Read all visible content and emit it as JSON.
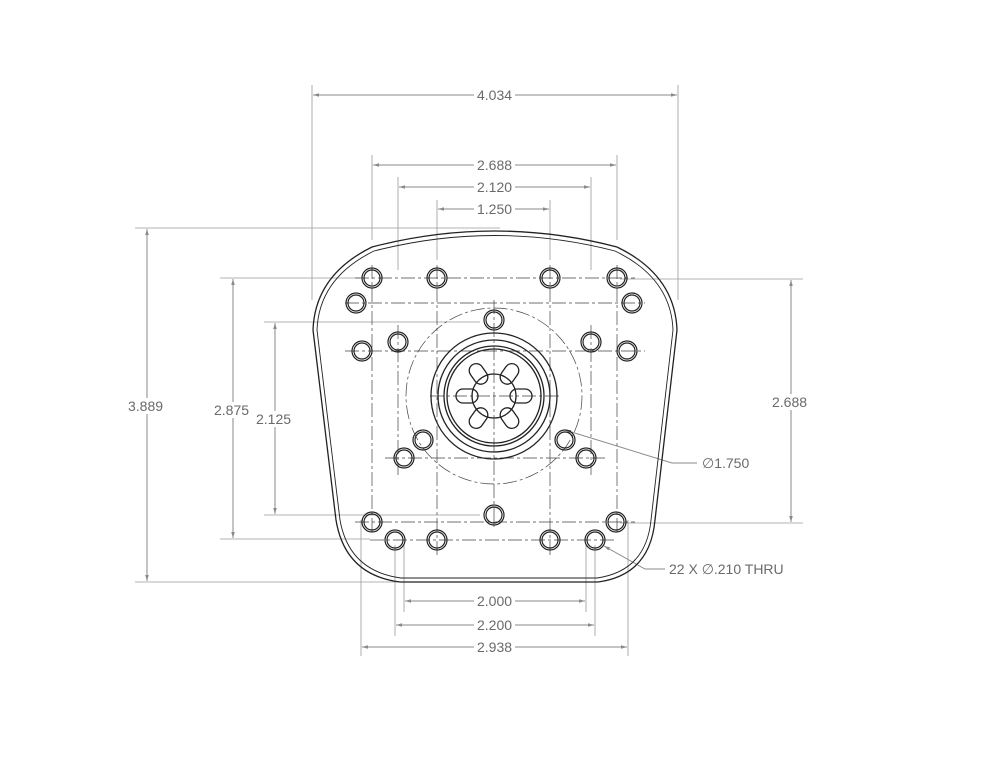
{
  "drawing": {
    "type": "engineering-drawing",
    "part": "mounting plate",
    "dimensions": {
      "overall_width": "4.034",
      "top_pattern_outer": "2.688",
      "top_pattern_middle": "2.120",
      "top_pattern_inner": "1.250",
      "overall_height": "3.889",
      "left_pattern_outer": "2.875",
      "left_pattern_inner": "2.125",
      "right_pattern": "2.688",
      "bottom_inner": "2.000",
      "bottom_middle": "2.200",
      "bottom_outer": "2.938"
    },
    "callouts": {
      "bore": "∅1.750",
      "holes": "22 X ∅.210 THRU"
    },
    "hole_count": 22,
    "colors": {
      "line": "#222222",
      "dimension": "#8a8a8a",
      "text": "#6a6a6a"
    }
  }
}
